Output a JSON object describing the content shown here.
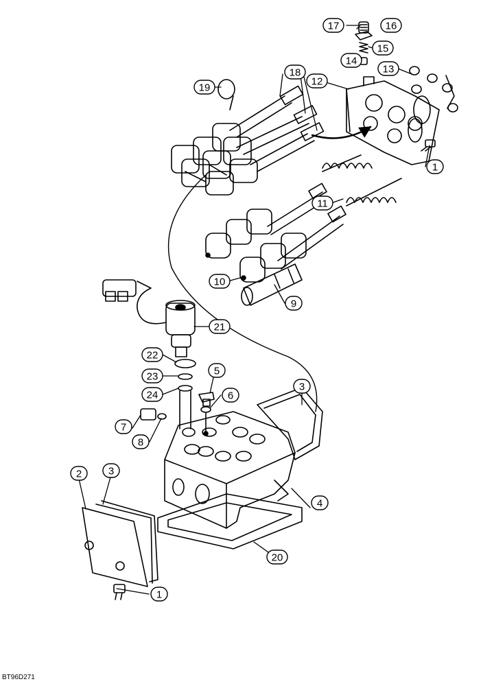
{
  "figure_code": "BT96D271",
  "callouts": {
    "c1a": "1",
    "c1b": "1",
    "c2": "2",
    "c3a": "3",
    "c3b": "3",
    "c4": "4",
    "c5": "5",
    "c6": "6",
    "c7": "7",
    "c8": "8",
    "c9": "9",
    "c10": "10",
    "c11": "11",
    "c12": "12",
    "c13": "13",
    "c14": "14",
    "c15": "15",
    "c16": "16",
    "c17": "17",
    "c18": "18",
    "c19": "19",
    "c20": "20",
    "c21": "21",
    "c22": "22",
    "c23": "23",
    "c24": "24"
  }
}
